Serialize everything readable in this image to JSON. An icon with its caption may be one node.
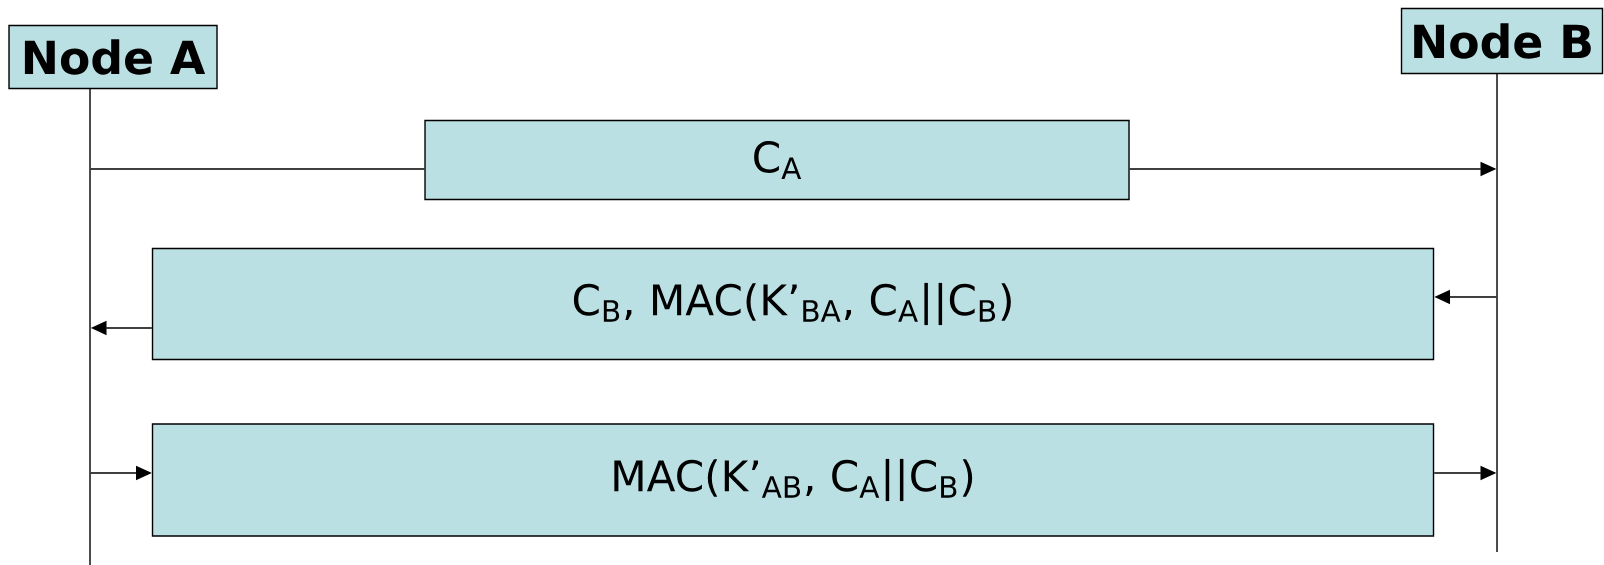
{
  "diagram": {
    "nodes": [
      {
        "text": [
          "Node A"
        ]
      },
      {
        "text": [
          "Node B"
        ]
      },
      {
        "text": [],
        "shape": "line"
      },
      {
        "text": [],
        "shape": "line"
      },
      {
        "text": [
          "C$_{A}$"
        ]
      },
      {
        "text": [
          "C$_{B}$, MAC(K’$_{BA}$, C$_{A}$||C$_{B}$)"
        ]
      },
      {
        "text": [
          "MAC(K’$_{AB}$, C$_{A}$||C$_{B}$)"
        ]
      }
    ],
    "edges": [
      {
        "from": 2,
        "to": 4,
        "arrow": "none"
      },
      {
        "from": 4,
        "to": 3,
        "arrow": "to"
      },
      {
        "from": 3,
        "to": 5,
        "arrow": "to"
      },
      {
        "from": 5,
        "to": 2,
        "arrow": "to"
      },
      {
        "from": 2,
        "to": 6,
        "arrow": "to"
      },
      {
        "from": 6,
        "to": 3,
        "arrow": "to"
      }
    ]
  }
}
